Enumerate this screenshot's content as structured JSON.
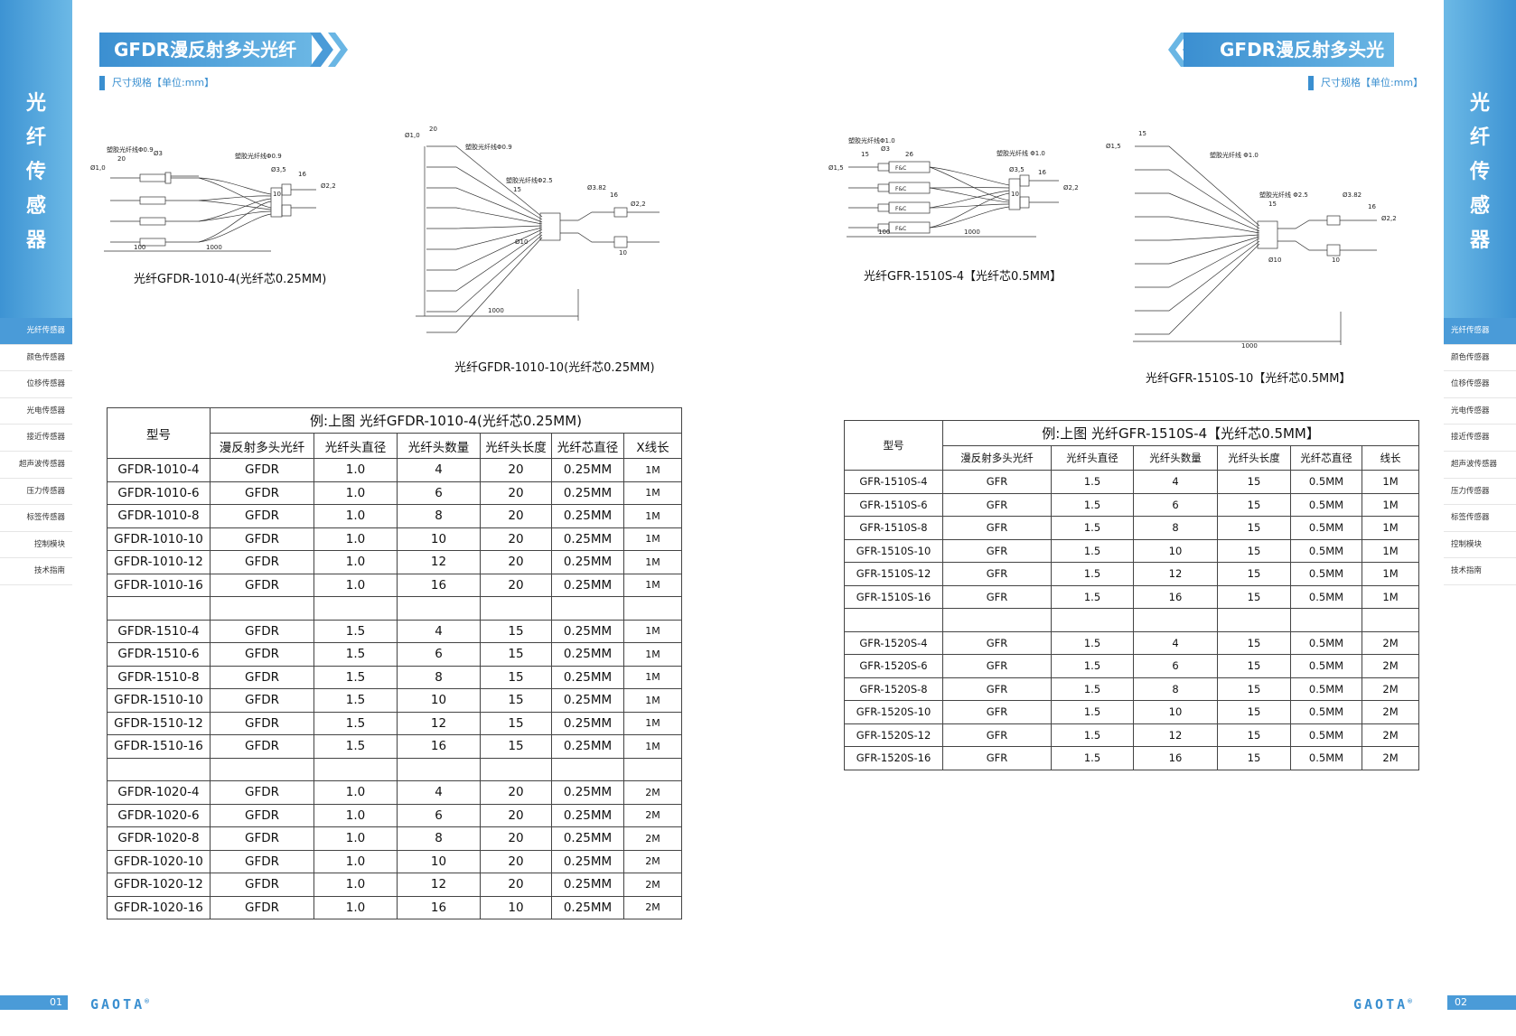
{
  "left": {
    "banner": "GFDR漫反射多头光纤",
    "subheading": "尺寸规格【单位:mm】",
    "side_title": [
      "光",
      "纤",
      "传",
      "感",
      "器"
    ],
    "diagram1": {
      "caption": "光纤GFDR-1010-4(光纤芯0.25MM)",
      "labels": {
        "fiber_dia": "Ø1,0",
        "length20": "20",
        "phi3": "Ø3",
        "cable09": "塑胶光纤线Φ0.9",
        "cable09b": "塑胶光纤线Φ0.9",
        "phi35": "Ø3,5",
        "len16": "16",
        "phi22": "Ø2,2",
        "len10": "10",
        "len100": "100",
        "len1000": "1000"
      }
    },
    "diagram2": {
      "caption": "光纤GFDR-1010-10(光纤芯0.25MM)",
      "labels": {
        "len20": "20",
        "fiber_dia": "Ø1,0",
        "cable09": "塑胶光纤线Φ0.9",
        "cable25": "塑胶光纤线Φ2.5",
        "len15": "15",
        "phi382": "Ø3.82",
        "len16": "16",
        "phi22": "Ø2,2",
        "phi10": "Ø10",
        "len10": "10",
        "len1000": "1000"
      }
    },
    "table": {
      "title": "例:上图  光纤GFDR-1010-4(光纤芯0.25MM)",
      "model_header": "型号",
      "headers": [
        "漫反射多头光纤",
        "光纤头直径",
        "光纤头数量",
        "光纤头长度",
        "光纤芯直径",
        "X线长"
      ],
      "rows": [
        [
          "GFDR-1010-4",
          "GFDR",
          "1.0",
          "4",
          "20",
          "0.25MM",
          "1M"
        ],
        [
          "GFDR-1010-6",
          "GFDR",
          "1.0",
          "6",
          "20",
          "0.25MM",
          "1M"
        ],
        [
          "GFDR-1010-8",
          "GFDR",
          "1.0",
          "8",
          "20",
          "0.25MM",
          "1M"
        ],
        [
          "GFDR-1010-10",
          "GFDR",
          "1.0",
          "10",
          "20",
          "0.25MM",
          "1M"
        ],
        [
          "GFDR-1010-12",
          "GFDR",
          "1.0",
          "12",
          "20",
          "0.25MM",
          "1M"
        ],
        [
          "GFDR-1010-16",
          "GFDR",
          "1.0",
          "16",
          "20",
          "0.25MM",
          "1M"
        ],
        [
          "",
          "",
          "",
          "",
          "",
          "",
          ""
        ],
        [
          "GFDR-1510-4",
          "GFDR",
          "1.5",
          "4",
          "15",
          "0.25MM",
          "1M"
        ],
        [
          "GFDR-1510-6",
          "GFDR",
          "1.5",
          "6",
          "15",
          "0.25MM",
          "1M"
        ],
        [
          "GFDR-1510-8",
          "GFDR",
          "1.5",
          "8",
          "15",
          "0.25MM",
          "1M"
        ],
        [
          "GFDR-1510-10",
          "GFDR",
          "1.5",
          "10",
          "15",
          "0.25MM",
          "1M"
        ],
        [
          "GFDR-1510-12",
          "GFDR",
          "1.5",
          "12",
          "15",
          "0.25MM",
          "1M"
        ],
        [
          "GFDR-1510-16",
          "GFDR",
          "1.5",
          "16",
          "15",
          "0.25MM",
          "1M"
        ],
        [
          "",
          "",
          "",
          "",
          "",
          "",
          ""
        ],
        [
          "GFDR-1020-4",
          "GFDR",
          "1.0",
          "4",
          "20",
          "0.25MM",
          "2M"
        ],
        [
          "GFDR-1020-6",
          "GFDR",
          "1.0",
          "6",
          "20",
          "0.25MM",
          "2M"
        ],
        [
          "GFDR-1020-8",
          "GFDR",
          "1.0",
          "8",
          "20",
          "0.25MM",
          "2M"
        ],
        [
          "GFDR-1020-10",
          "GFDR",
          "1.0",
          "10",
          "20",
          "0.25MM",
          "2M"
        ],
        [
          "GFDR-1020-12",
          "GFDR",
          "1.0",
          "12",
          "20",
          "0.25MM",
          "2M"
        ],
        [
          "GFDR-1020-16",
          "GFDR",
          "1.0",
          "16",
          "10",
          "0.25MM",
          "2M"
        ]
      ]
    },
    "page_number": "01"
  },
  "right": {
    "banner": "GFDR漫反射多头光纤",
    "subheading": "尺寸规格【单位:mm】",
    "side_title": [
      "光",
      "纤",
      "传",
      "感",
      "器"
    ],
    "diagram1": {
      "caption": "光纤GFR-1510S-4【光纤芯0.5MM】",
      "labels": {
        "cable10": "塑胶光纤线Φ1.0",
        "phi3": "Ø3",
        "len15": "15",
        "len26": "26",
        "phi15": "Ø1,5",
        "cable10b": "塑胶光纤线 Φ1.0",
        "phi35": "Ø3,5",
        "len16": "16",
        "phi22": "Ø2,2",
        "len10": "10",
        "len100": "100",
        "len1000": "1000",
        "tag": "F&C"
      }
    },
    "diagram2": {
      "caption": "光纤GFR-1510S-10【光纤芯0.5MM】",
      "labels": {
        "len15": "15",
        "phi15": "Ø1,5",
        "cable10": "塑胶光纤线 Φ1.0",
        "cable25": "塑胶光纤线 Φ2.5",
        "len15b": "15",
        "phi382": "Ø3.82",
        "len16": "16",
        "phi22": "Ø2,2",
        "phi10": "Ø10",
        "len10": "10",
        "len1000": "1000"
      }
    },
    "table": {
      "title": "例:上图  光纤GFR-1510S-4【光纤芯0.5MM】",
      "model_header": "型号",
      "headers": [
        "漫反射多头光纤",
        "光纤头直径",
        "光纤头数量",
        "光纤头长度",
        "光纤芯直径",
        "线长"
      ],
      "rows": [
        [
          "GFR-1510S-4",
          "GFR",
          "1.5",
          "4",
          "15",
          "0.5MM",
          "1M"
        ],
        [
          "GFR-1510S-6",
          "GFR",
          "1.5",
          "6",
          "15",
          "0.5MM",
          "1M"
        ],
        [
          "GFR-1510S-8",
          "GFR",
          "1.5",
          "8",
          "15",
          "0.5MM",
          "1M"
        ],
        [
          "GFR-1510S-10",
          "GFR",
          "1.5",
          "10",
          "15",
          "0.5MM",
          "1M"
        ],
        [
          "GFR-1510S-12",
          "GFR",
          "1.5",
          "12",
          "15",
          "0.5MM",
          "1M"
        ],
        [
          "GFR-1510S-16",
          "GFR",
          "1.5",
          "16",
          "15",
          "0.5MM",
          "1M"
        ],
        [
          "",
          "",
          "",
          "",
          "",
          "",
          ""
        ],
        [
          "GFR-1520S-4",
          "GFR",
          "1.5",
          "4",
          "15",
          "0.5MM",
          "2M"
        ],
        [
          "GFR-1520S-6",
          "GFR",
          "1.5",
          "6",
          "15",
          "0.5MM",
          "2M"
        ],
        [
          "GFR-1520S-8",
          "GFR",
          "1.5",
          "8",
          "15",
          "0.5MM",
          "2M"
        ],
        [
          "GFR-1520S-10",
          "GFR",
          "1.5",
          "10",
          "15",
          "0.5MM",
          "2M"
        ],
        [
          "GFR-1520S-12",
          "GFR",
          "1.5",
          "12",
          "15",
          "0.5MM",
          "2M"
        ],
        [
          "GFR-1520S-16",
          "GFR",
          "1.5",
          "16",
          "15",
          "0.5MM",
          "2M"
        ]
      ]
    },
    "page_number": "02"
  },
  "side_menu": [
    "光纤传感器",
    "颜色传感器",
    "位移传感器",
    "光电传感器",
    "接近传感器",
    "超声波传感器",
    "压力传感器",
    "标签传感器",
    "控制模块",
    "技术指南"
  ],
  "logo": "GAOTA",
  "logo_mark": "®",
  "colors": {
    "accent": "#3a8fd0",
    "bar_dark": "#3d93d3",
    "bar_light": "#6cb9e6"
  }
}
